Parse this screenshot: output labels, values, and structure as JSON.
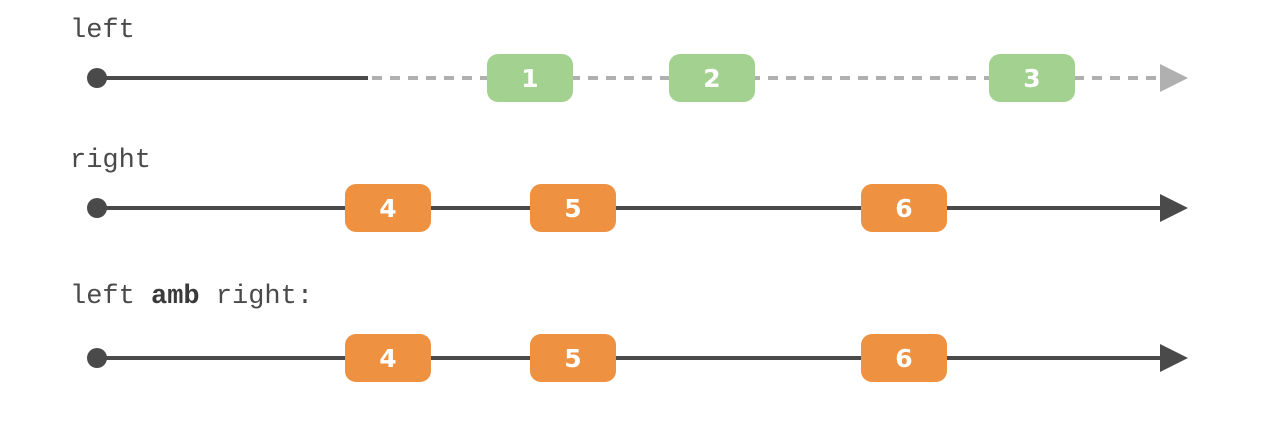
{
  "timelines": [
    {
      "id": "left",
      "label": "left",
      "subscription_ignored_after": true,
      "colors": {
        "marble": "#a3d18f",
        "line": "#4a4a4a",
        "dashed": "#b0b0b0"
      },
      "events": [
        "1",
        "2",
        "3"
      ]
    },
    {
      "id": "right",
      "label": "right",
      "colors": {
        "marble": "#ee9140",
        "line": "#4a4a4a"
      },
      "events": [
        "4",
        "5",
        "6"
      ]
    },
    {
      "id": "result",
      "label_parts": [
        "left ",
        "amb",
        " right:"
      ],
      "colors": {
        "marble": "#ee9140",
        "line": "#4a4a4a"
      },
      "events": [
        "4",
        "5",
        "6"
      ]
    }
  ]
}
